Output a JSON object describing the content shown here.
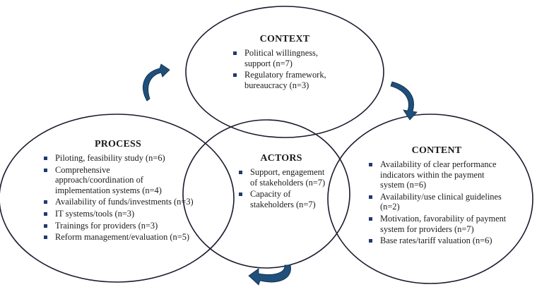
{
  "colors": {
    "outline": "#1a1a2e",
    "arrow_fill": "#1f4f7a",
    "bullet": "#1f3a6e"
  },
  "context": {
    "title": "CONTEXT",
    "items": [
      "Political willingness, support (n=7)",
      "Regulatory framework, bureaucracy (n=3)"
    ]
  },
  "process": {
    "title": "PROCESS",
    "items": [
      "Piloting, feasibility study (n=6)",
      "Comprehensive approach/coordination of implementation systems (n=4)",
      "Availability of funds/investments (n=3)",
      "IT systems/tools (n=3)",
      "Trainings for providers (n=3)",
      "Reform management/evaluation (n=5)"
    ]
  },
  "actors": {
    "title": "ACTORS",
    "items": [
      "Support, engagement of stakeholders (n=7)",
      "Capacity of stakeholders (n=7)"
    ]
  },
  "content": {
    "title": "CONTENT",
    "items": [
      "Availability of clear performance indicators within the payment system (n=6)",
      "Availability/use clinical guidelines (n=2)",
      "Motivation, favorability of payment system for providers (n=7)",
      "Base rates/tariff valuation (n=6)"
    ]
  }
}
